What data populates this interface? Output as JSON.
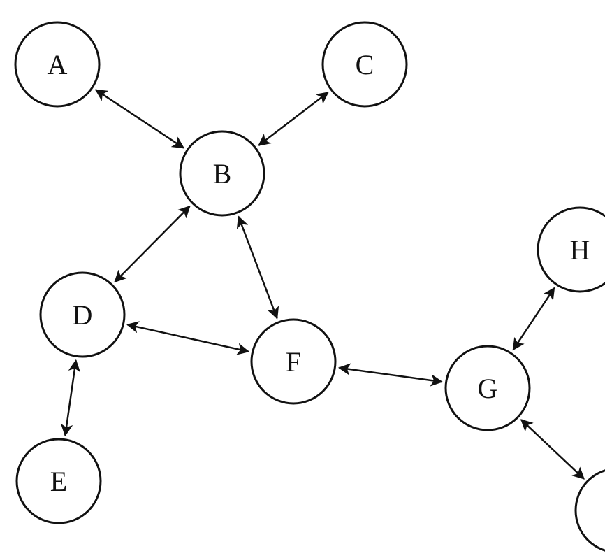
{
  "graph": {
    "directed": "bidirectional",
    "nodes": [
      {
        "id": "A",
        "label": "A"
      },
      {
        "id": "B",
        "label": "B"
      },
      {
        "id": "C",
        "label": "C"
      },
      {
        "id": "D",
        "label": "D"
      },
      {
        "id": "E",
        "label": "E"
      },
      {
        "id": "F",
        "label": "F"
      },
      {
        "id": "G",
        "label": "G"
      },
      {
        "id": "H",
        "label": "H"
      },
      {
        "id": "I",
        "label": ""
      }
    ],
    "edges": [
      {
        "from": "A",
        "to": "B"
      },
      {
        "from": "C",
        "to": "B"
      },
      {
        "from": "B",
        "to": "D"
      },
      {
        "from": "B",
        "to": "F"
      },
      {
        "from": "D",
        "to": "F"
      },
      {
        "from": "D",
        "to": "E"
      },
      {
        "from": "F",
        "to": "G"
      },
      {
        "from": "G",
        "to": "H"
      },
      {
        "from": "G",
        "to": "I"
      }
    ]
  },
  "colors": {
    "stroke": "#111111",
    "background": "#ffffff"
  }
}
